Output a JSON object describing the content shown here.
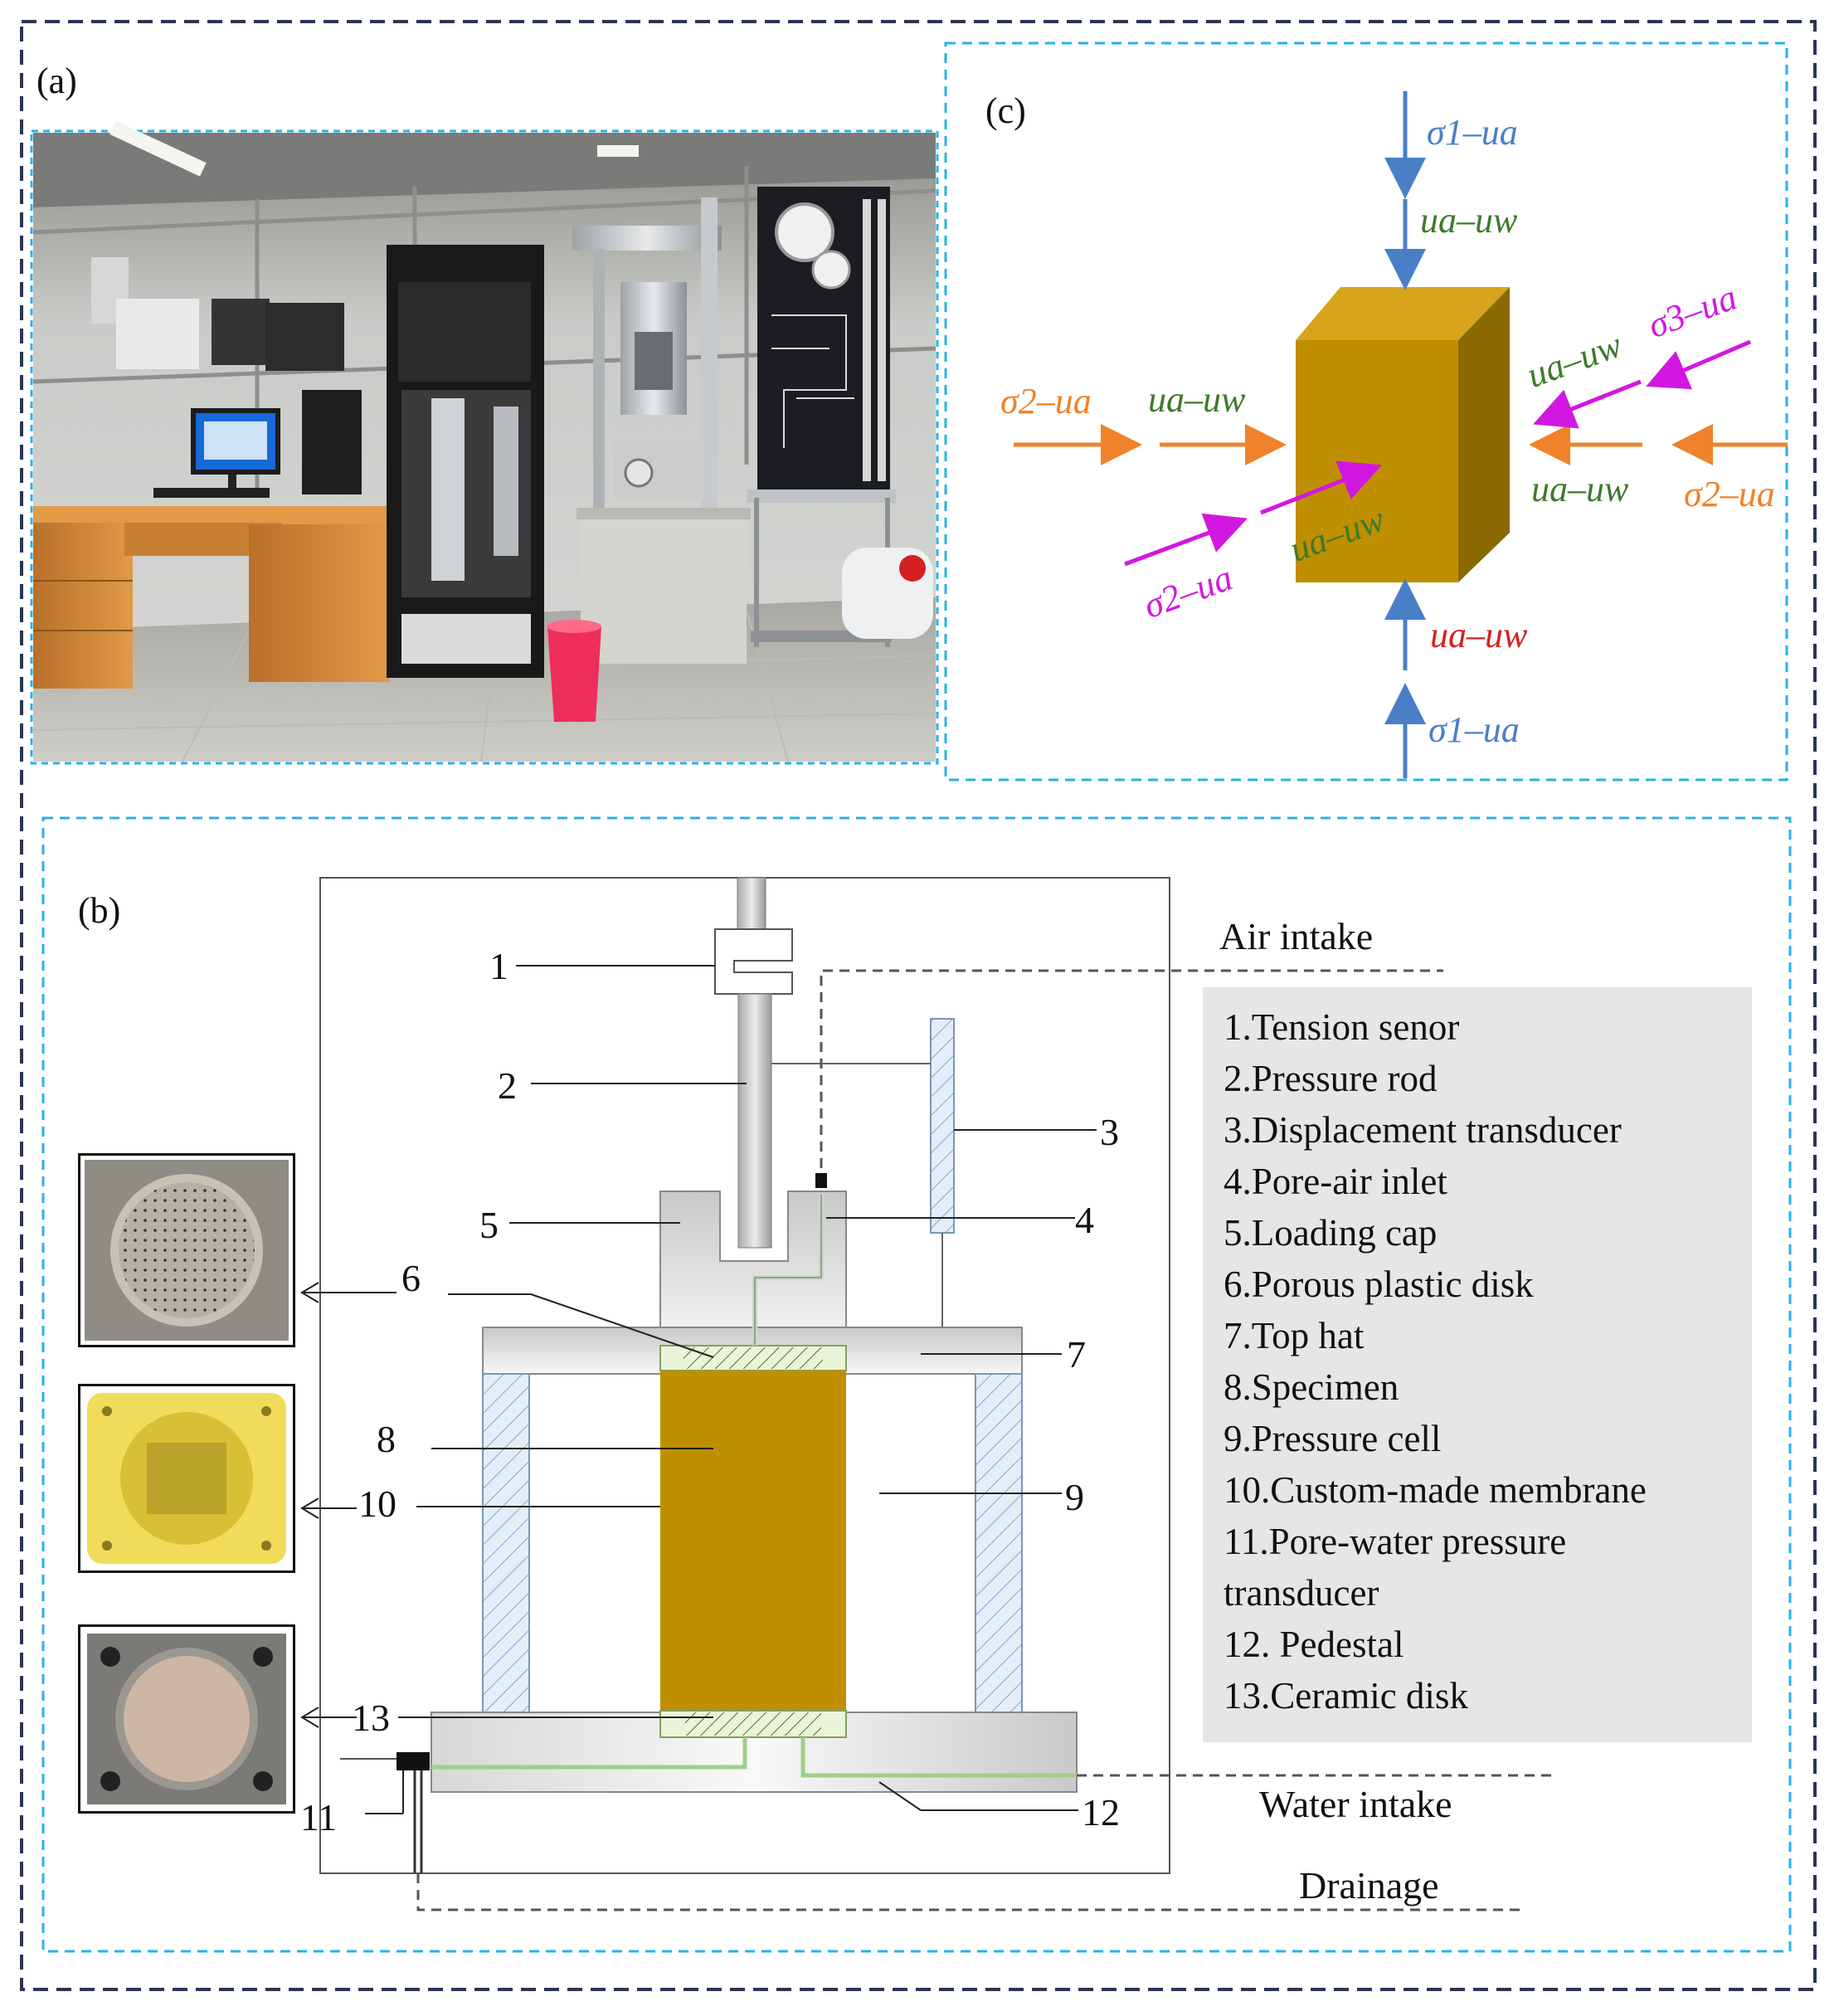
{
  "panels": {
    "a": "(a)",
    "b": "(b)",
    "c": "(c)"
  },
  "stress_labels": {
    "top_total": "σ1–ua",
    "top_suction": "ua–uw",
    "left_total": "σ2–ua",
    "left_suction": "ua–uw",
    "right_sigma3": "σ3–ua",
    "right_suction_upper": "ua–uw",
    "right_suction_lower": "ua–uw",
    "right_total": "σ2–ua",
    "front_total": "σ2–ua",
    "front_suction": "ua–uw",
    "bottom_suction": "ua–uw",
    "bottom_total": "σ1–ua"
  },
  "colors": {
    "blue": "#4a7fc8",
    "green": "#3e7a2b",
    "orange": "#f0822a",
    "magenta": "#d218e0",
    "red": "#d81f1f",
    "specimen": "#c08f00",
    "frame_dark": "#2b3553",
    "frame_cyan": "#27b2ea"
  },
  "components": {
    "n1": "1",
    "n2": "2",
    "n3": "3",
    "n4": "4",
    "n5": "5",
    "n6": "6",
    "n7": "7",
    "n8": "8",
    "n9": "9",
    "n10": "10",
    "n11": "11",
    "n12": "12",
    "n13": "13"
  },
  "flows": {
    "air": "Air intake",
    "water": "Water intake",
    "drain": "Drainage"
  },
  "legend": [
    "1.Tension senor",
    "2.Pressure rod",
    "3.Displacement transducer",
    "4.Pore-air inlet",
    "5.Loading cap",
    "6.Porous plastic disk",
    "7.Top hat",
    "8.Specimen",
    "9.Pressure cell",
    "10.Custom-made membrane",
    "11.Pore-water pressure",
    "transducer",
    "12. Pedestal",
    "13.Ceramic disk"
  ]
}
